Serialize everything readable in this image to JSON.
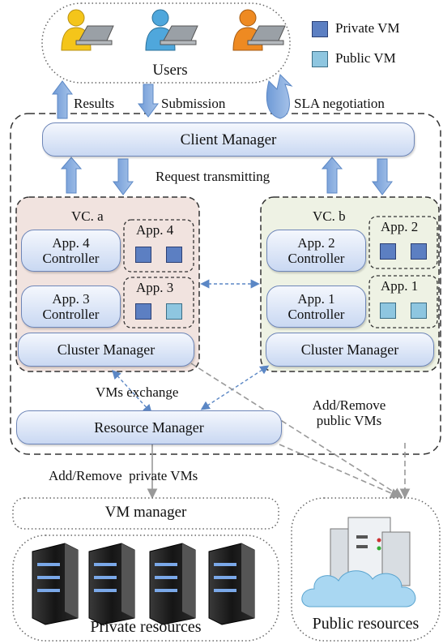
{
  "users": {
    "label": "Users"
  },
  "legend": {
    "private_vm": "Private VM",
    "public_vm": "Public VM",
    "private_color": "#5c7fc2",
    "public_color": "#8ec6e0"
  },
  "arrows": {
    "results": "Results",
    "submission": "Submission",
    "sla": "SLA negotiation",
    "request": "Request transmitting",
    "vms_exchange": "VMs exchange",
    "add_remove_public": "Add/Remove public VMs",
    "add_remove_private": "Add/Remove  private VMs"
  },
  "client_manager": "Client Manager",
  "vc_a": {
    "title": "VC. a",
    "controllers": [
      "App. 4 Controller",
      "App. 3 Controller"
    ],
    "apps": [
      "App. 4",
      "App. 3"
    ],
    "cluster_manager": "Cluster Manager",
    "background": "#f1e3df"
  },
  "vc_b": {
    "title": "VC. b",
    "controllers": [
      "App. 2 Controller",
      "App. 1 Controller"
    ],
    "apps": [
      "App. 2",
      "App. 1"
    ],
    "cluster_manager": "Cluster Manager",
    "background": "#eef2e4"
  },
  "resource_manager": "Resource Manager",
  "vm_manager": "VM manager",
  "private_resources": "Private resources",
  "public_resources": "Public resources"
}
